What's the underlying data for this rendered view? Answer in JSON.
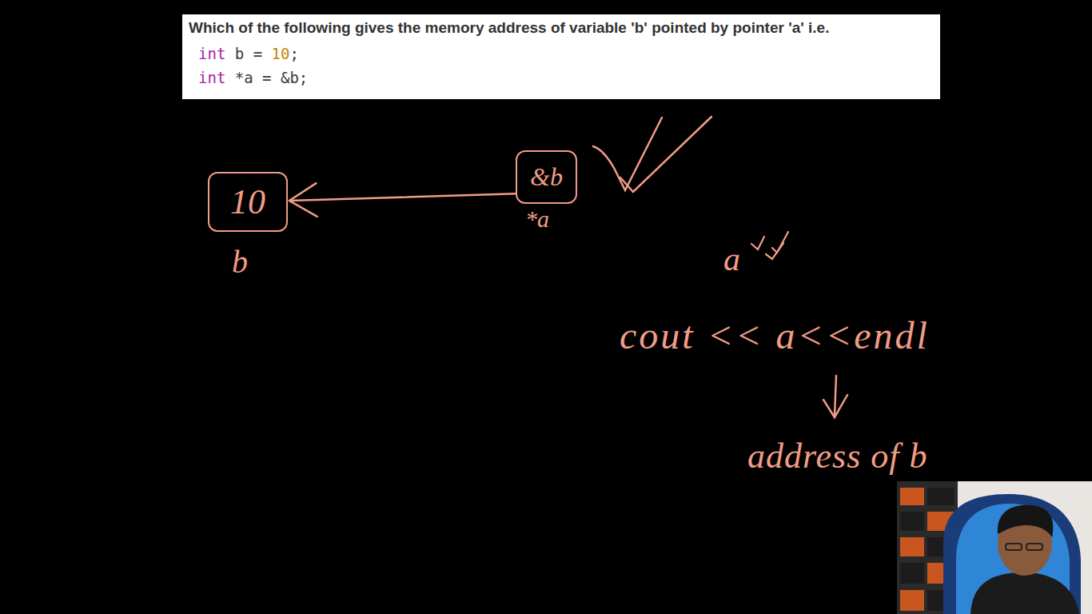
{
  "diagram": {
    "nodes": [
      {
        "text": [
          "Which of the following gives the memory address of variable 'b' pointed by pointer 'a' i.e.",
          "int b = 10;",
          "int *a = &b;"
        ]
      },
      {
        "text": [
          "10",
          "b"
        ]
      },
      {
        "text": [
          "&b",
          "*a"
        ]
      }
    ],
    "edges": [
      {
        "from": 2,
        "to": 1,
        "arrow": "to"
      }
    ],
    "labels": [
      "a",
      "cout << a<<endl",
      "address of b"
    ]
  }
}
